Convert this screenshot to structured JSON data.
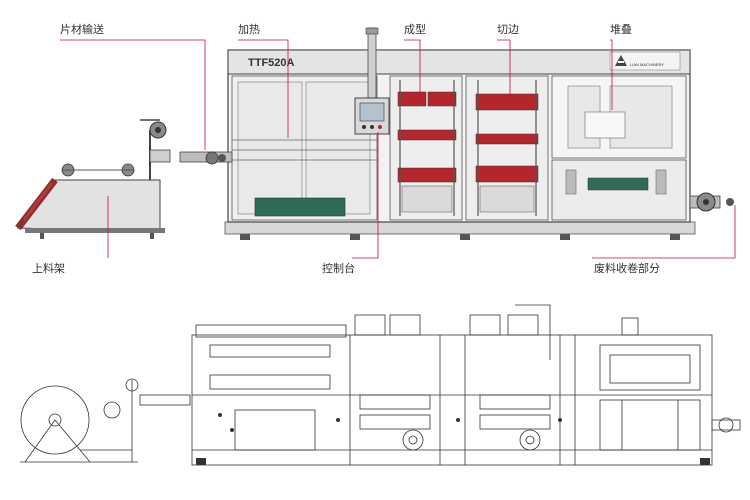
{
  "labels": {
    "sheet_feeding": "片材输送",
    "heating": "加热",
    "forming": "成型",
    "cutting": "切边",
    "stacking": "堆叠",
    "unwind_stand": "上料架",
    "control_panel": "控制台",
    "waste_winding": "废料收卷部分"
  },
  "machine": {
    "model": "TTF520A",
    "brand_text": "LIAN MACHINERY"
  },
  "colors": {
    "leader_line": "#c8102e",
    "frame": "#444444",
    "panel": "#e6e6e6",
    "die_red": "#b4262c",
    "guard_green": "#2f6b57",
    "dark": "#2b2b2b"
  }
}
